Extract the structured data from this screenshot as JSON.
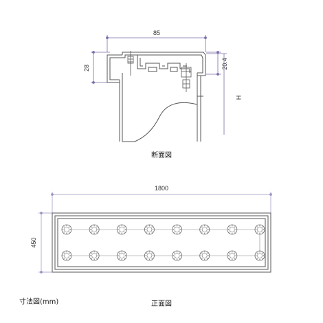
{
  "section_view": {
    "caption": "断面図",
    "dim_width": "85",
    "dim_left_height": "28",
    "dim_right_height": "20.4",
    "dim_h": "H"
  },
  "front_view": {
    "caption": "正面図",
    "dim_width": "1800",
    "dim_height": "450",
    "rows": 2,
    "bulbs_per_row": 8
  },
  "footer": {
    "unit_label": "寸法図(mm)"
  },
  "colors": {
    "dimension_line": "#7a6aa8",
    "part_line": "#555555",
    "leader": "#9a90c0"
  }
}
